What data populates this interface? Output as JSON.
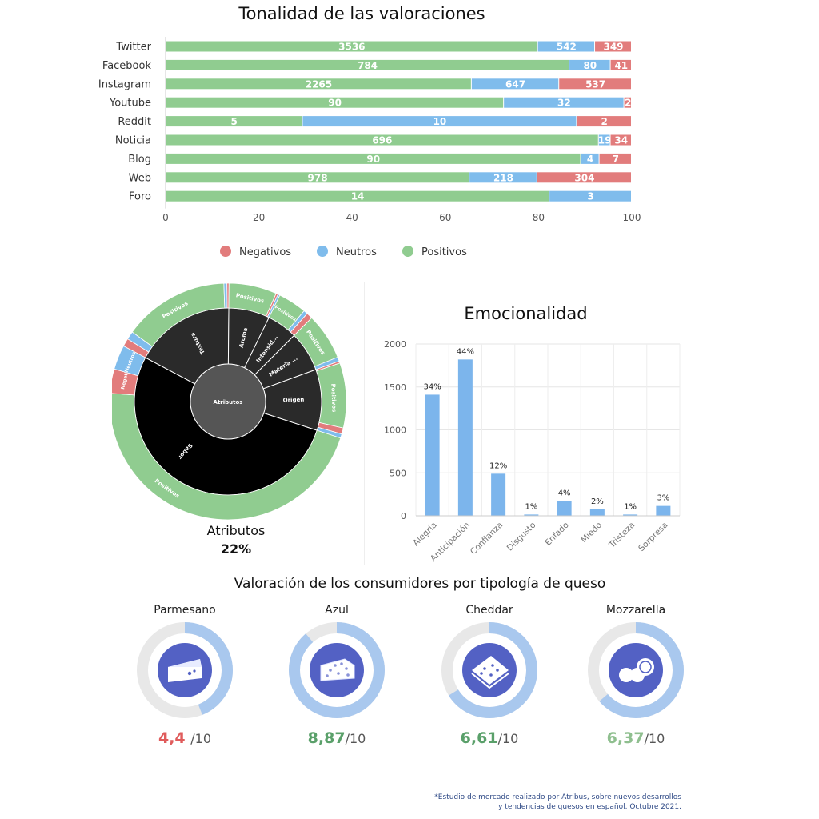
{
  "colors": {
    "negativos": "#e27c7c",
    "neutros": "#7fbcec",
    "positivos": "#90cc90",
    "bar_blue": "#7cb5ec",
    "ring": "#a9c8ee",
    "ring_track": "#e8e8e8",
    "icon_bg": "#5361c4"
  },
  "chart_data": [
    {
      "type": "bar",
      "orientation": "horizontal",
      "stacking": "percent",
      "title": "Tonalidad de las valoraciones",
      "categories": [
        "Twitter",
        "Facebook",
        "Instagram",
        "Youtube",
        "Reddit",
        "Noticia",
        "Blog",
        "Web",
        "Foro"
      ],
      "series": [
        {
          "name": "Positivos",
          "values": [
            3536,
            784,
            2265,
            90,
            5,
            696,
            90,
            978,
            14
          ]
        },
        {
          "name": "Neutros",
          "values": [
            542,
            80,
            647,
            32,
            10,
            19,
            4,
            218,
            3
          ]
        },
        {
          "name": "Negativos",
          "values": [
            349,
            41,
            537,
            2,
            2,
            34,
            7,
            304,
            0
          ]
        }
      ],
      "xlim": [
        0,
        100
      ],
      "x_ticks": [
        "0",
        "20",
        "40",
        "60",
        "80",
        "100"
      ],
      "legend_position": "bottom",
      "legend": [
        "Negativos",
        "Neutros",
        "Positivos"
      ]
    },
    {
      "type": "sunburst",
      "center": "Atributos",
      "rings": {
        "attributes": [
          {
            "name": "Textura",
            "value": 14
          },
          {
            "name": "Aroma",
            "value": 7
          },
          {
            "name": "Intensid...",
            "value": 5
          },
          {
            "name": "Materia ...",
            "value": 7
          },
          {
            "name": "Origen",
            "value": 11
          },
          {
            "name": "Sabor",
            "value": 56
          }
        ],
        "sentiment_labels": [
          "Positivos",
          "Neutros",
          "Negati..."
        ]
      },
      "caption": "Atributos",
      "caption_value": "22%"
    },
    {
      "type": "bar",
      "title": "Emocionalidad",
      "categories": [
        "Alegría",
        "Anticipación",
        "Confianza",
        "Disgusto",
        "Enfado",
        "Miedo",
        "Tristeza",
        "Sorpresa"
      ],
      "values": [
        1410,
        1820,
        490,
        15,
        170,
        75,
        15,
        115
      ],
      "data_labels": [
        "34%",
        "44%",
        "12%",
        "1%",
        "4%",
        "2%",
        "1%",
        "3%"
      ],
      "ylim": [
        0,
        2000
      ],
      "y_ticks": [
        "0",
        "500",
        "1000",
        "1500",
        "2000"
      ],
      "grid": true
    }
  ],
  "section_title": "Valoración de los consumidores por tipología de queso",
  "cheeses": [
    {
      "name": "Parmesano",
      "score": "4,4 ",
      "denominator": "/10",
      "fraction": 0.44,
      "score_color": "#e05c5c",
      "icon": "cheese-wedge-icon"
    },
    {
      "name": "Azul",
      "score": "8,87",
      "denominator": "/10",
      "fraction": 0.887,
      "score_color": "#5aa06a",
      "icon": "blue-cheese-icon"
    },
    {
      "name": "Cheddar",
      "score": "6,61",
      "denominator": "/10",
      "fraction": 0.661,
      "score_color": "#5aa06a",
      "icon": "cheddar-slices-icon"
    },
    {
      "name": "Mozzarella",
      "score": "6,37",
      "denominator": "/10",
      "fraction": 0.637,
      "score_color": "#8fbf8f",
      "icon": "mozzarella-balls-icon"
    }
  ],
  "footnote": {
    "line1": "*Estudio de mercado realizado por Atribus, sobre nuevos desarrollos",
    "line2": "y tendencias de quesos en español. Octubre 2021."
  }
}
